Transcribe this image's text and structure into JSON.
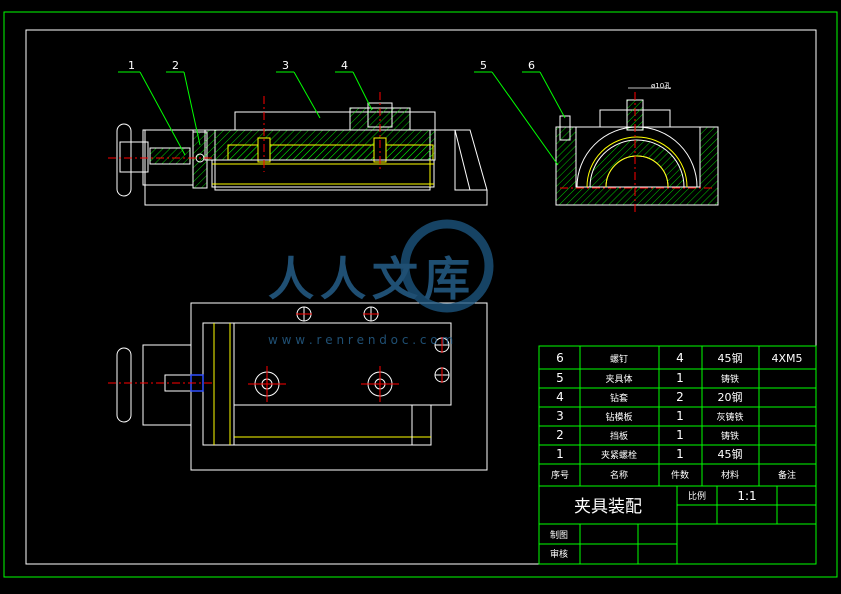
{
  "drawing": {
    "colors": {
      "background": "#000000",
      "frame": "#00ff00",
      "outline": "#ffffff",
      "hatch": "#00ff00",
      "centerline": "#ff0000",
      "highlight": "#ffff00",
      "leader": "#00ff00",
      "accent_blue": "#3050ff"
    },
    "leaders": [
      {
        "label": "1"
      },
      {
        "label": "2"
      },
      {
        "label": "3"
      },
      {
        "label": "4"
      },
      {
        "label": "5"
      },
      {
        "label": "6"
      }
    ],
    "dimension_note": "ø10孔",
    "watermark": {
      "title": "人人文库",
      "url": "w w w . r e n r e n d o c . c o m"
    }
  },
  "bom": {
    "rows": [
      {
        "no": "6",
        "name": "螺钉",
        "qty": "4",
        "material": "45钢",
        "note": "4XM5"
      },
      {
        "no": "5",
        "name": "夹具体",
        "qty": "1",
        "material": "铸铁",
        "note": ""
      },
      {
        "no": "4",
        "name": "钻套",
        "qty": "2",
        "material": "20钢",
        "note": ""
      },
      {
        "no": "3",
        "name": "钻模板",
        "qty": "1",
        "material": "灰铸铁",
        "note": ""
      },
      {
        "no": "2",
        "name": "挡板",
        "qty": "1",
        "material": "铸铁",
        "note": ""
      },
      {
        "no": "1",
        "name": "夹紧螺栓",
        "qty": "1",
        "material": "45钢",
        "note": ""
      }
    ],
    "header": {
      "no": "序号",
      "name": "名称",
      "qty": "件数",
      "material": "材料",
      "note": "备注"
    }
  },
  "title_block": {
    "title": "夹具装配",
    "scale_label": "比例",
    "scale_value": "1:1",
    "drawn_by_label": "制图",
    "checked_by_label": "审核"
  }
}
